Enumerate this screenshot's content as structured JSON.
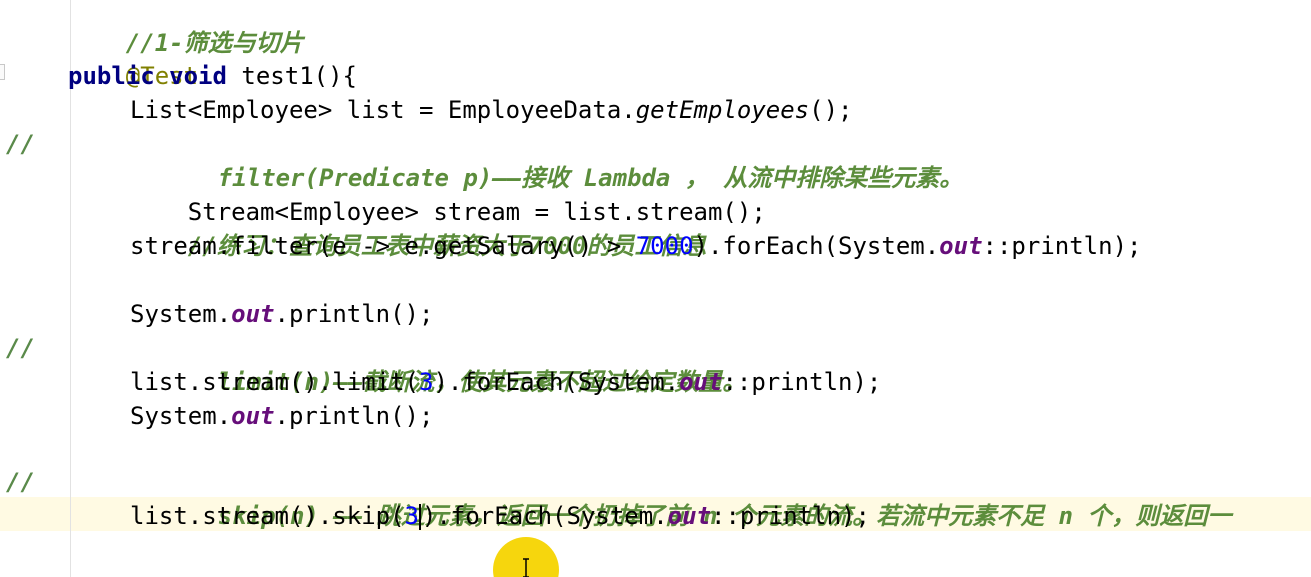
{
  "code": {
    "l0_comment": "//1-筛选与切片",
    "l1_annotation": "@Test",
    "l2_kw1": "public",
    "l2_kw2": "void",
    "l2_rest": "test1(){",
    "l3_a": "List<Employee> list = EmployeeData.",
    "l3_method": "getEmployees",
    "l3_b": "();",
    "l4_gutter": "//",
    "l4_comment": "filter(Predicate p)——接收 Lambda ， 从流中排除某些元素。",
    "l5": "Stream<Employee> stream = list.stream();",
    "l6_comment": "//练习：查询员工表中薪资大于7000的员工信息",
    "l7_a": "stream.filter(e -> e.getSalary() > ",
    "l7_num": "7000",
    "l7_b": ").forEach(System.",
    "l7_field": "out",
    "l7_c": "::println);",
    "l9_a": "System.",
    "l9_field": "out",
    "l9_b": ".println();",
    "l10_gutter": "//",
    "l10_comment": "limit(n)——截断流，使其元素不超过给定数量。",
    "l11_a": "list.stream().limit(",
    "l11_num": "3",
    "l11_b": ").forEach(System.",
    "l11_field": "out",
    "l11_c": "::println);",
    "l12_a": "System.",
    "l12_field": "out",
    "l12_b": ".println();",
    "l14_gutter": "//",
    "l14_comment": "skip(n) —— 跳过元素，返回一个扔掉了前 n 个元素的流。若流中元素不足 n 个，则返回一",
    "l15_a": "list.stream().skip(",
    "l15_num": "3",
    "l15_b": ").forEach(System.",
    "l15_field": "out",
    "l15_c": "::println);"
  },
  "colors": {
    "keyword": "#000080",
    "comment": "#5c8d3c",
    "number": "#0000ff",
    "static_field": "#660e7a",
    "annotation": "#808000",
    "current_line": "#fffae3",
    "cursor_halo": "#f5d400"
  }
}
